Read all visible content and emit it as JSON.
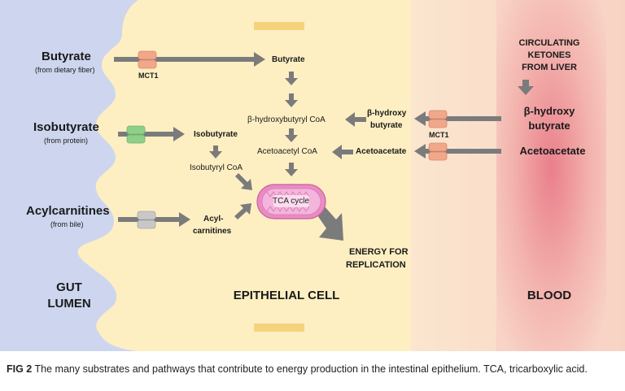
{
  "regions": {
    "gut_lumen": [
      "GUT",
      "LUMEN"
    ],
    "epithelial_cell": "EPITHELIAL CELL",
    "blood": "BLOOD"
  },
  "substrates": {
    "butyrate": {
      "label": "Butyrate",
      "source": "(from dietary fiber)"
    },
    "isobutyrate": {
      "label": "Isobutyrate",
      "source": "(from protein)"
    },
    "acylcarnitines": {
      "label": "Acylcarnitines",
      "source": "(from bile)"
    }
  },
  "transporter_label": "MCT1",
  "cell": {
    "butyrate": "Butyrate",
    "bhb_coa": "β-hydroxybutyryl CoA",
    "acetoacetyl_coa": "Acetoacetyl CoA",
    "isobutyrate": "Isobutyrate",
    "isobutyryl_coa": "Isobutyryl CoA",
    "acylcarnitines": [
      "Acyl-",
      "carnitines"
    ],
    "bhb": [
      "β-hydroxy",
      "butyrate"
    ],
    "acetoacetate": "Acetoacetate",
    "tca_cycle": "TCA cycle",
    "energy": [
      "ENERGY FOR",
      "REPLICATION"
    ]
  },
  "blood": {
    "ketones": [
      "CIRCULATING",
      "KETONES",
      "FROM LIVER"
    ],
    "bhb": [
      "β-hydroxy",
      "butyrate"
    ],
    "acetoacetate": "Acetoacetate"
  },
  "caption": {
    "label": "FIG 2",
    "text": " The many substrates and pathways that contribute to energy production in the intestinal epithelium. TCA, tricarboxylic acid."
  },
  "colors": {
    "lumen": "#cdd6ee",
    "cell": "#fdefc2",
    "blood_edge": "#f6d4c7",
    "blood_core": "#ec7f8a",
    "arrow": "#7b7b7b",
    "mct1": "#f1a78a",
    "protein_transporter": "#8fcf8a",
    "bile_transporter": "#c2c2c2",
    "mitochondrion": "#e98ac2"
  }
}
